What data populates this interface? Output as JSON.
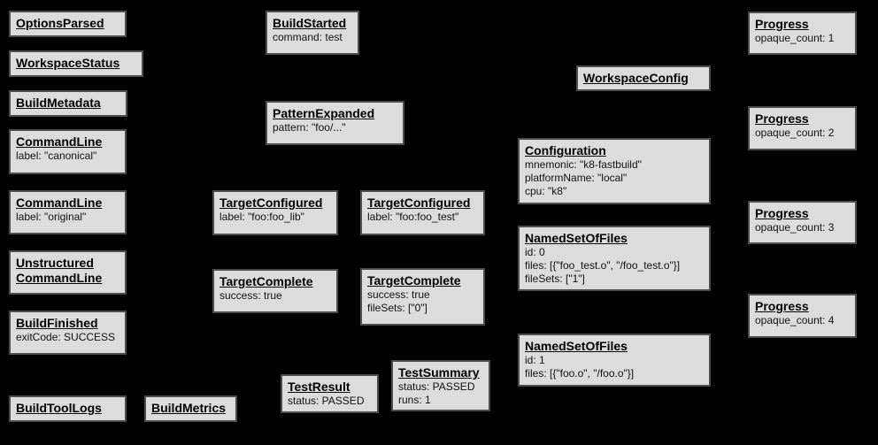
{
  "diagram": {
    "description": "Bazel Build Event Protocol event boxes",
    "colors": {
      "background": "#000000",
      "box_fill": "#dcdcdc",
      "box_border": "#4d4d4d",
      "text": "#000000"
    },
    "boxes": [
      {
        "title": "OptionsParsed",
        "lines": []
      },
      {
        "title": "WorkspaceStatus",
        "lines": []
      },
      {
        "title": "BuildMetadata",
        "lines": []
      },
      {
        "title": "CommandLine",
        "lines": [
          "label: \"canonical\""
        ]
      },
      {
        "title": "CommandLine",
        "lines": [
          "label: \"original\""
        ]
      },
      {
        "title": "Unstructured\nCommandLine",
        "lines": []
      },
      {
        "title": "BuildFinished",
        "lines": [
          "exitCode: SUCCESS"
        ]
      },
      {
        "title": "BuildToolLogs",
        "lines": []
      },
      {
        "title": "BuildMetrics",
        "lines": []
      },
      {
        "title": "BuildStarted",
        "lines": [
          "command: test"
        ]
      },
      {
        "title": "PatternExpanded",
        "lines": [
          "pattern: \"foo/...\""
        ]
      },
      {
        "title": "TargetConfigured",
        "lines": [
          "label: \"foo:foo_lib\""
        ]
      },
      {
        "title": "TargetConfigured",
        "lines": [
          "label: \"foo:foo_test\""
        ]
      },
      {
        "title": "TargetComplete",
        "lines": [
          "success: true"
        ]
      },
      {
        "title": "TargetComplete",
        "lines": [
          "success: true",
          "fileSets: [\"0\"]"
        ]
      },
      {
        "title": "TestResult",
        "lines": [
          "status: PASSED"
        ]
      },
      {
        "title": "TestSummary",
        "lines": [
          "status: PASSED",
          "runs: 1"
        ]
      },
      {
        "title": "WorkspaceConfig",
        "lines": []
      },
      {
        "title": "Configuration",
        "lines": [
          "mnemonic: \"k8-fastbuild\"",
          "platformName: \"local\"",
          "cpu: \"k8\""
        ]
      },
      {
        "title": "NamedSetOfFiles",
        "lines": [
          "id: 0",
          "files: [{\"foo_test.o\", \"/foo_test.o\"}]",
          "fileSets: [\"1\"]"
        ]
      },
      {
        "title": "NamedSetOfFiles",
        "lines": [
          "id: 1",
          "files: [{\"foo.o\", \"/foo.o\"}]"
        ]
      },
      {
        "title": "Progress",
        "lines": [
          "opaque_count: 1"
        ]
      },
      {
        "title": "Progress",
        "lines": [
          "opaque_count: 2"
        ]
      },
      {
        "title": "Progress",
        "lines": [
          "opaque_count: 3"
        ]
      },
      {
        "title": "Progress",
        "lines": [
          "opaque_count: 4"
        ]
      }
    ]
  }
}
